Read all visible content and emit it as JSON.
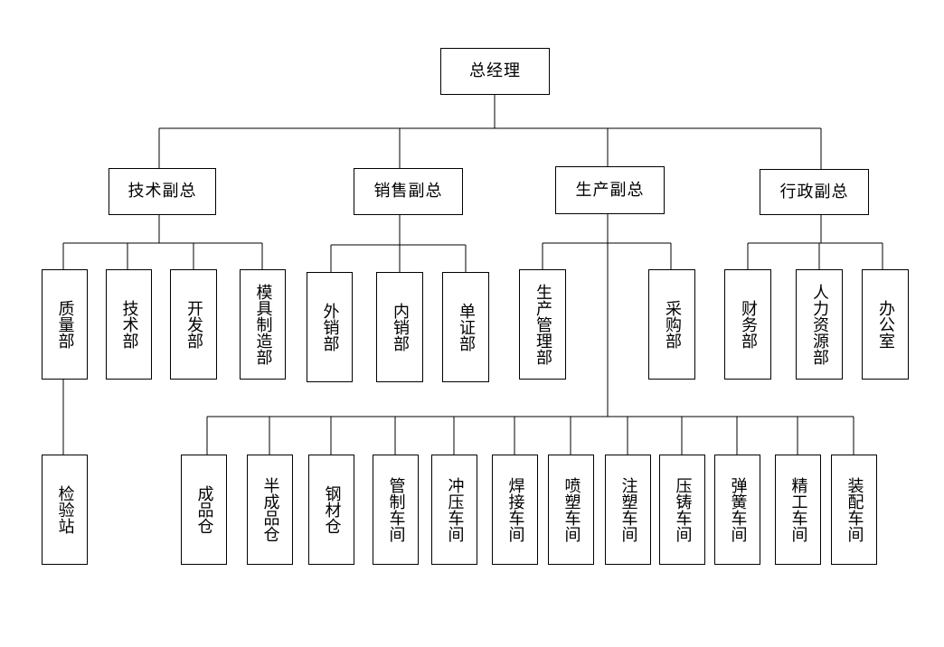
{
  "org": {
    "ceo": "总经理",
    "vp_tech": "技术副总",
    "vp_sales": "销售副总",
    "vp_production": "生产副总",
    "vp_admin": "行政副总",
    "quality_dept": "质量部",
    "tech_dept": "技术部",
    "dev_dept": "开发部",
    "mold_dept": "模具制造部",
    "foreign_sales": "外销部",
    "domestic_sales": "内销部",
    "document_dept": "单证部",
    "production_mgmt": "生产管理部",
    "purchasing": "采购部",
    "finance": "财务部",
    "hr": "人力资源部",
    "office": "办公室",
    "inspection_station": "检验站",
    "finished_goods_warehouse": "成品仓",
    "semi_finished_warehouse": "半成品仓",
    "steel_warehouse": "钢材仓",
    "pipe_workshop": "管制车间",
    "stamping_workshop": "冲压车间",
    "welding_workshop": "焊接车间",
    "spraying_workshop": "喷塑车间",
    "injection_workshop": "注塑车间",
    "diecasting_workshop": "压铸车间",
    "spring_workshop": "弹簧车间",
    "finishing_workshop": "精工车间",
    "assembly_workshop": "装配车间"
  }
}
